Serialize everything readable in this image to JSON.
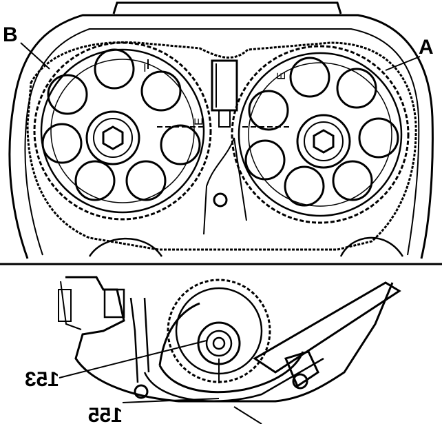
{
  "top_panel": {
    "label_left": "B",
    "label_right": "A",
    "marks": {
      "left_sprocket_top": "I",
      "left_sprocket_side": "E",
      "right_sprocket_top": "E"
    }
  },
  "bottom_panel": {
    "label_upper": "153",
    "label_lower": "155"
  }
}
